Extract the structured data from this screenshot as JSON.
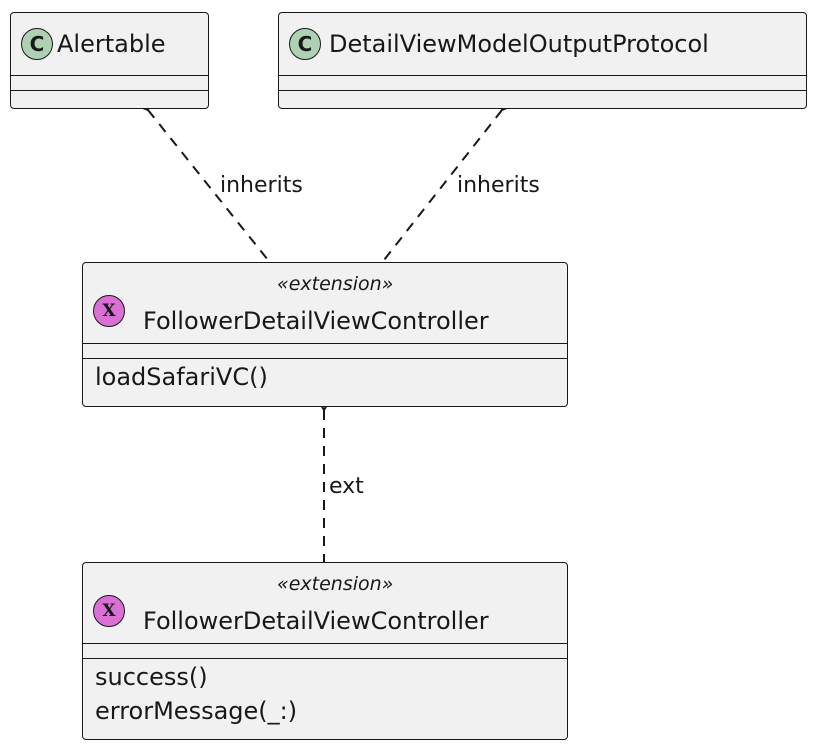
{
  "classes": {
    "alertable": {
      "badge": "C",
      "name": "Alertable"
    },
    "detail_protocol": {
      "badge": "C",
      "name": "DetailViewModelOutputProtocol"
    },
    "ext_one": {
      "badge": "X",
      "stereotype": "«extension»",
      "name": "FollowerDetailViewController",
      "methods": [
        "loadSafariVC()"
      ]
    },
    "ext_two": {
      "badge": "X",
      "stereotype": "«extension»",
      "name": "FollowerDetailViewController",
      "methods": [
        "success()",
        "errorMessage(_:)"
      ]
    }
  },
  "relations": {
    "inherits_left": "inherits",
    "inherits_right": "inherits",
    "ext": "ext"
  },
  "colors": {
    "class_badge": "#add1b2",
    "extension_badge": "#da70d6",
    "box_fill": "#f1f1f1",
    "line": "#181818"
  }
}
